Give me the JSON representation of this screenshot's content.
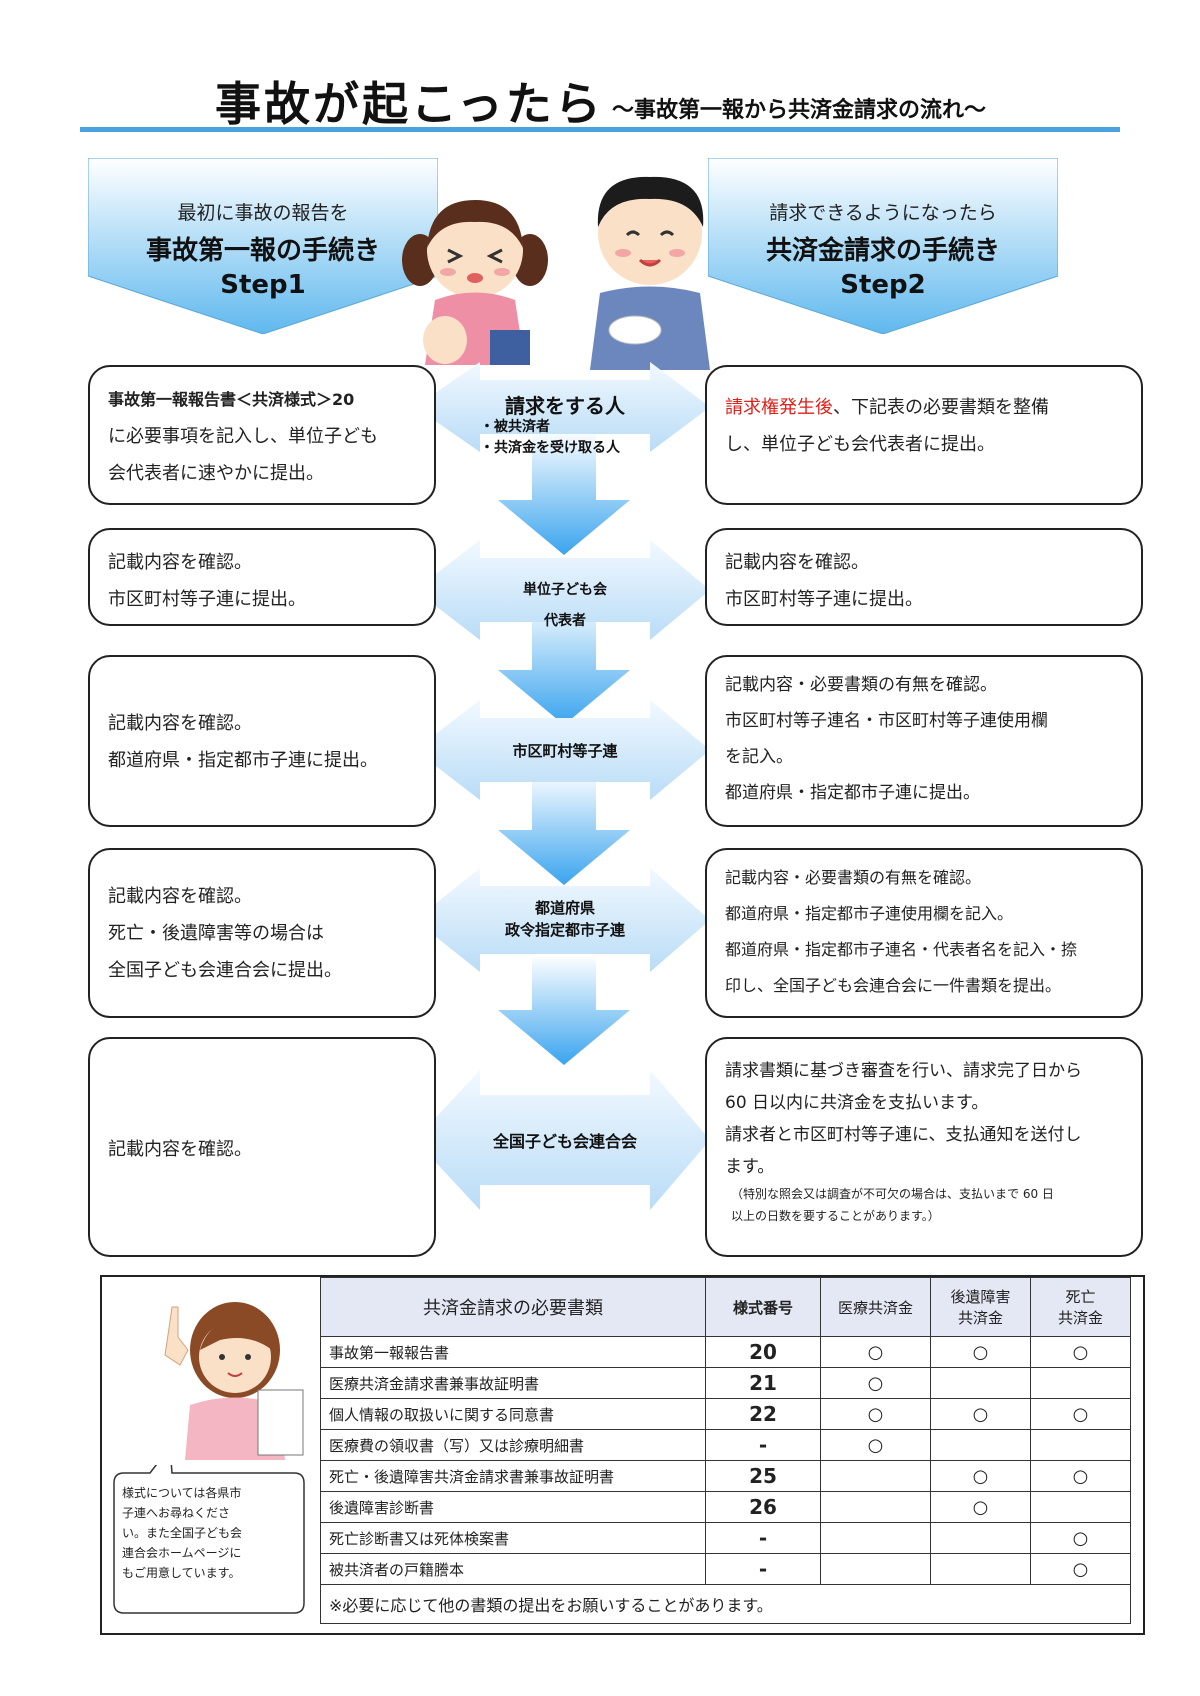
{
  "header": {
    "title": "事故が起こったら",
    "subtitle": "～事故第一報から共済金請求の流れ～"
  },
  "steps": [
    {
      "line1": "最初に事故の報告を",
      "line2": "事故第一報の手続き",
      "line3": "Step1"
    },
    {
      "line1": "請求できるようになったら",
      "line2": "共済金請求の手続き",
      "line3": "Step2"
    }
  ],
  "flow": [
    {
      "center": [
        "請求をする人",
        "・被共済者",
        "・共済金を受け取る人"
      ],
      "left": [
        "事故第一報報告書＜共済様式＞20",
        "に必要事項を記入し、単位子ども",
        "会代表者に速やかに提出。"
      ],
      "right_red": "請求権発生後",
      "right": [
        "、下記表の必要書類を整備",
        "し、単位子ども会代表者に提出。"
      ]
    },
    {
      "center": [
        "単位子ども会",
        "代表者"
      ],
      "left": [
        "記載内容を確認。",
        "市区町村等子連に提出。"
      ],
      "right": [
        "記載内容を確認。",
        "市区町村等子連に提出。"
      ]
    },
    {
      "center": [
        "市区町村等子連"
      ],
      "left": [
        "記載内容を確認。",
        "都道府県・指定都市子連に提出。"
      ],
      "right": [
        "記載内容・必要書類の有無を確認。",
        "市区町村等子連名・市区町村等子連使用欄",
        "を記入。",
        "都道府県・指定都市子連に提出。"
      ]
    },
    {
      "center": [
        "都道府県",
        "政令指定都市子連"
      ],
      "left": [
        "記載内容を確認。",
        "死亡・後遺障害等の場合は",
        "全国子ども会連合会に提出。"
      ],
      "right": [
        "記載内容・必要書類の有無を確認。",
        "都道府県・指定都市子連使用欄を記入。",
        "都道府県・指定都市子連名・代表者名を記入・捺",
        "印し、全国子ども会連合会に一件書類を提出。"
      ]
    },
    {
      "center": [
        "全国子ども会連合会"
      ],
      "left": [
        "記載内容を確認。"
      ],
      "right": [
        "請求書類に基づき審査を行い、請求完了日から",
        "60 日以内に共済金を支払います。",
        "請求者と市区町村等子連に、支払通知を送付し",
        "ます。"
      ],
      "right_note": [
        "（特別な照会又は調査が不可欠の場合は、支払いまで 60 日",
        "以上の日数を要することがあります。）"
      ]
    }
  ],
  "table": {
    "headers": [
      "共済金請求の必要書類",
      "様式番号",
      "医療共済金",
      "後遺障害\n共済金",
      "死亡\n共済金"
    ],
    "rows": [
      {
        "name": "事故第一報報告書",
        "num": "20",
        "marks": [
          "○",
          "○",
          "○"
        ]
      },
      {
        "name": "医療共済金請求書兼事故証明書",
        "num": "21",
        "marks": [
          "○",
          "",
          ""
        ]
      },
      {
        "name": "個人情報の取扱いに関する同意書",
        "num": "22",
        "marks": [
          "○",
          "○",
          "○"
        ]
      },
      {
        "name": "医療費の領収書（写）又は診療明細書",
        "num": "-",
        "marks": [
          "○",
          "",
          ""
        ]
      },
      {
        "name": "死亡・後遺障害共済金請求書兼事故証明書",
        "num": "25",
        "marks": [
          "",
          "○",
          "○"
        ]
      },
      {
        "name": "後遺障害診断書",
        "num": "26",
        "marks": [
          "",
          "○",
          ""
        ]
      },
      {
        "name": "死亡診断書又は死体検案書",
        "num": "-",
        "marks": [
          "",
          "",
          "○"
        ]
      },
      {
        "name": "被共済者の戸籍謄本",
        "num": "-",
        "marks": [
          "",
          "",
          "○"
        ]
      }
    ],
    "footnote": "※必要に応じて他の書類の提出をお願いすることがあります。"
  },
  "speech": [
    "様式については各県市",
    "子連へお尋ねくださ",
    "い。また全国子ども会",
    "連合会ホームページに",
    "もご用意しています。"
  ],
  "colors": {
    "accent": "#4aa3df",
    "red": "#e0201a",
    "header_bg": "#e4e8f4"
  }
}
